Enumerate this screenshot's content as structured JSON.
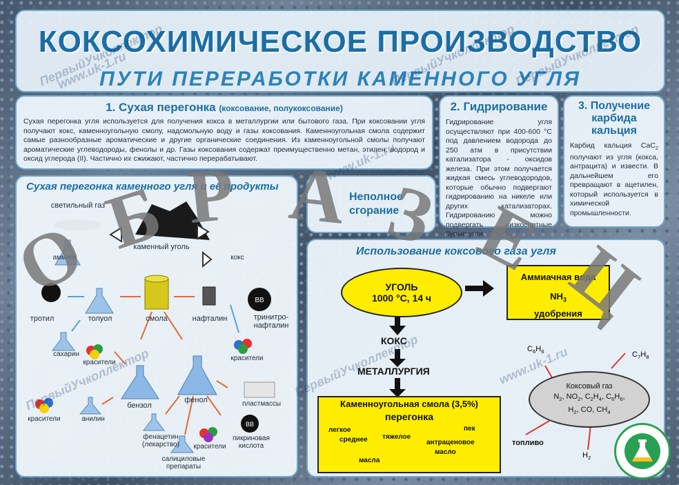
{
  "header": {
    "title": "КОКСОХИМИЧЕСКОЕ ПРОИЗВОДСТВО",
    "subtitle": "ПУТИ ПЕРЕРАБОТКИ КАМЕННОГО УГЛЯ"
  },
  "section1": {
    "title": "1. Сухая перегонка",
    "title_note": "(коксование, полукоксование)",
    "text": "Сухая перегонка угля используется для получения кокса в металлургии или бытового газа. При коксовании угля получают кокс, каменноугольную смолу, надсмольную воду и газы коксования. Каменноугольная смола содержит самые разнообразные ароматические и другие органические соединения. Из каменноугольной смолы получают ароматические углеводороды, фенолы и др. Газы коксования содержат преимущественно метан, этилен, водород и оксид углерода (II). Частично их сжижают, частично перерабатывают."
  },
  "section2": {
    "title": "2. Гидрирование",
    "text": "Гидрирование угля осуществляют при 400-600 °С под давлением водорода до 250 атм в присутствии катализатора - оксидов железа. При этом получается жидкая смесь углеводородов, которые обычно подвергают гидрированию на никеле или других катализаторах. Гидрированию можно подвергать низкосортные бурые угли."
  },
  "section3": {
    "title": "3. Получение карбида кальция",
    "text_pre": "Карбид кальция CaC",
    "text_post": " получают из угля (кокса, антрацита) и извести. В дальнейшем его превращают в ацетилен, который используется в химической промышленности."
  },
  "products": {
    "title": "Сухая перегонка каменного угля и её продукты",
    "labels": {
      "gas": "светильный газ",
      "coal": "каменный уголь",
      "ammonia": "аммиак",
      "coke": "кокс",
      "tnt": "тротил",
      "toluene": "толуол",
      "tar": "смола",
      "naphthalene": "нафталин",
      "trinitronaphthalene": "тринитро-нафталин",
      "saccharin": "сахарин",
      "dyes1": "красители",
      "dyes2": "красители",
      "benzene": "бензол",
      "phenol": "фенол",
      "plastics": "пластмассы",
      "dyes3": "красители",
      "aniline": "анилин",
      "phenacetin": "фенацетин (лекарство)",
      "salicylic": "салициловые препараты",
      "dyes4": "красители",
      "picric": "пикриновая кислота",
      "bb1": "ВВ",
      "bb2": "ВВ"
    }
  },
  "middle": {
    "text": "Неполное сгорание"
  },
  "gas": {
    "title": "Использование коксового газа угля",
    "coal_label": "УГОЛЬ",
    "coal_cond": "1000 °С, 14 ч",
    "coke": "КОКС",
    "metallurgy": "МЕТАЛЛУРГИЯ",
    "ammonia_water": "Аммиачная вода",
    "nh3": "NH",
    "fertilizers": "удобрения",
    "tar_title": "Каменноугольная смола (3,5%)",
    "distillation": "перегонка",
    "light": "легкое",
    "medium": "среднее",
    "heavy": "тяжелое",
    "pitch": "пек",
    "anthracene": "антраценовое",
    "oils": "масла",
    "oil_word": "масло",
    "c6h6": "C",
    "c7h8": "C",
    "coke_gas": "Коксовый газ",
    "fuel": "топливо",
    "h2": "H"
  },
  "watermark": {
    "stamp": "ОБРАЗЕЦ",
    "ghost_site": "www.uk-1.ru",
    "ghost_name": "ПервыйУчколлектор"
  }
}
